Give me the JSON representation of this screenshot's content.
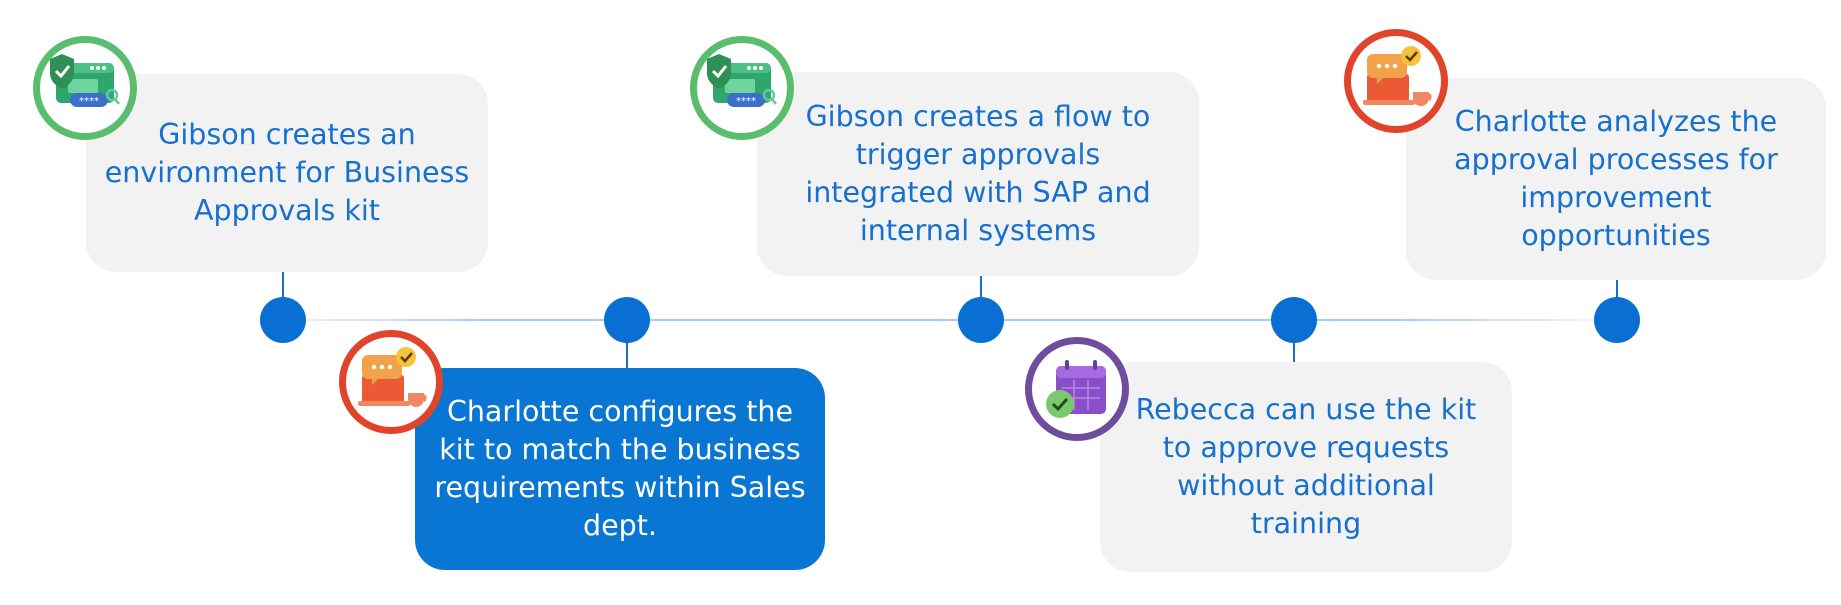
{
  "steps": [
    {
      "text": "Gibson creates an\nenvironment for Business\nApprovals kit",
      "icon": "security-login-icon",
      "badge_color": "#58BE6E",
      "style": "light"
    },
    {
      "text": "Charlotte configures the\nkit to match the business\nrequirements within Sales\ndept.",
      "icon": "laptop-chat-icon",
      "badge_color": "#E0452B",
      "style": "highlighted"
    },
    {
      "text": "Gibson creates a flow to\ntrigger approvals\nintegrated with SAP and\ninternal systems",
      "icon": "security-login-icon",
      "badge_color": "#58BE6E",
      "style": "light"
    },
    {
      "text": "Rebecca can use the kit\nto approve requests\nwithout additional\ntraining",
      "icon": "calendar-check-icon",
      "badge_color": "#6E4C9E",
      "style": "light"
    },
    {
      "text": "Charlotte analyzes the\napproval processes for\nimprovement\nopportunities",
      "icon": "laptop-chat-icon",
      "badge_color": "#E0452B",
      "style": "light"
    }
  ],
  "colors": {
    "accent": "#0A6FD3",
    "card_text": "#1670CE",
    "card_background": "#F2F2F2",
    "highlight_background": "#0A76D3"
  }
}
